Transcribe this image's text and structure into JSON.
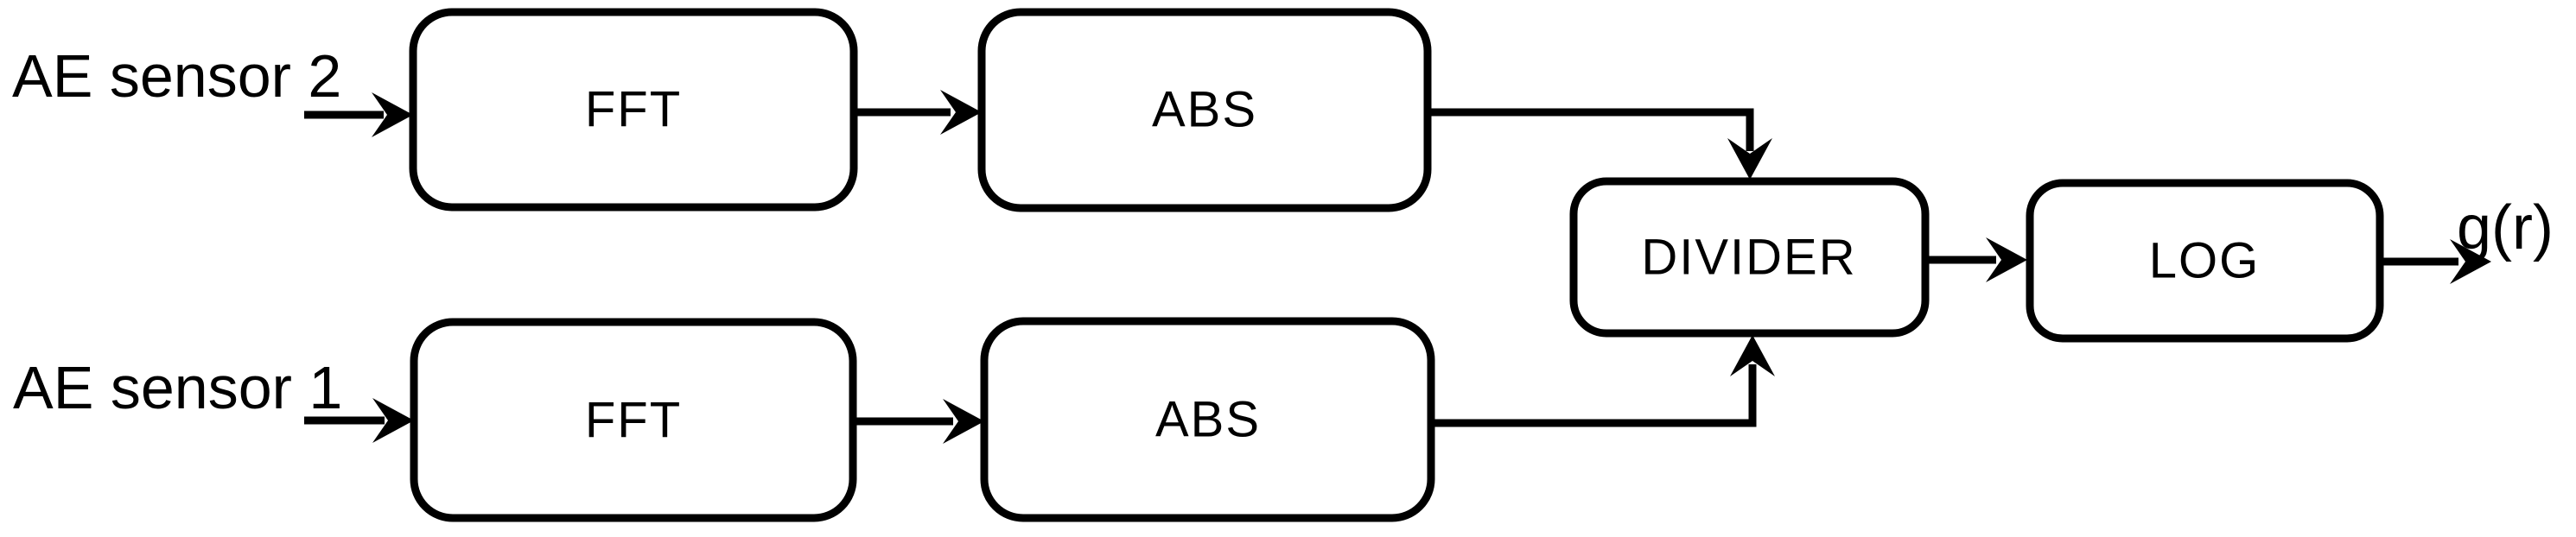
{
  "diagram": {
    "background_color": "#ffffff",
    "line_color": "#000000",
    "inputs": [
      {
        "id": "ae-sensor-2",
        "label": "AE sensor 2",
        "row": "top"
      },
      {
        "id": "ae-sensor-1",
        "label": "AE sensor 1",
        "row": "bottom"
      }
    ],
    "blocks": [
      {
        "id": "fft-top",
        "label": "FFT"
      },
      {
        "id": "abs-top",
        "label": "ABS"
      },
      {
        "id": "fft-bottom",
        "label": "FFT"
      },
      {
        "id": "abs-bottom",
        "label": "ABS"
      },
      {
        "id": "divider",
        "label": "DIVIDER"
      },
      {
        "id": "log",
        "label": "LOG"
      }
    ],
    "output": {
      "id": "g-of-r",
      "label": "g(r)"
    },
    "connections": [
      {
        "from": "ae-sensor-2",
        "to": "fft-top"
      },
      {
        "from": "fft-top",
        "to": "abs-top"
      },
      {
        "from": "abs-top",
        "to": "divider",
        "enters": "top"
      },
      {
        "from": "ae-sensor-1",
        "to": "fft-bottom"
      },
      {
        "from": "fft-bottom",
        "to": "abs-bottom"
      },
      {
        "from": "abs-bottom",
        "to": "divider",
        "enters": "bottom"
      },
      {
        "from": "divider",
        "to": "log"
      },
      {
        "from": "log",
        "to": "g-of-r"
      }
    ]
  }
}
